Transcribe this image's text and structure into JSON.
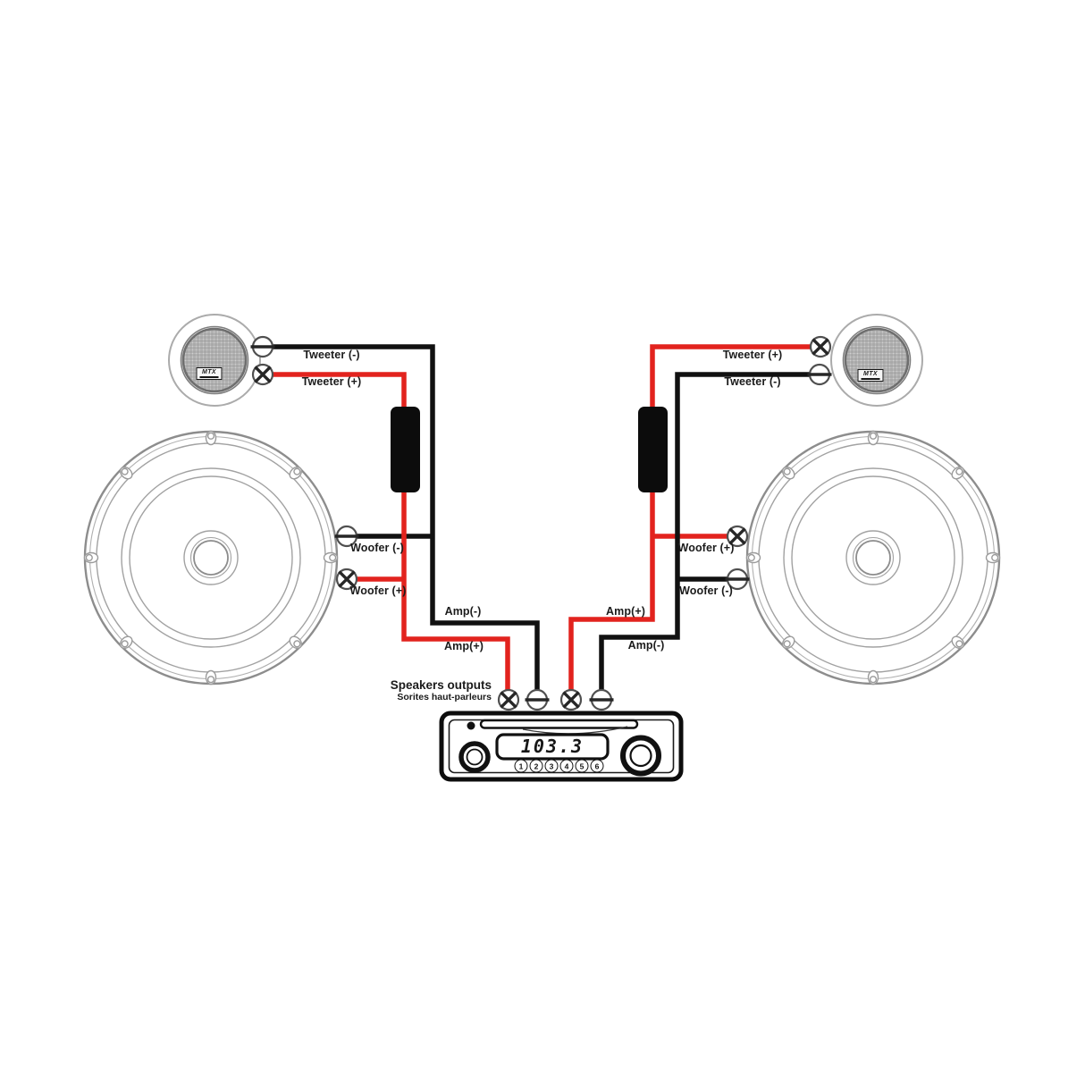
{
  "wiring_labels": {
    "left": {
      "tweeter_neg": "Tweeter (-)",
      "tweeter_pos": "Tweeter (+)",
      "woofer_neg": "Woofer (-)",
      "woofer_pos": "Woofer (+)",
      "amp_neg": "Amp(-)",
      "amp_pos": "Amp(+)"
    },
    "right": {
      "tweeter_pos": "Tweeter (+)",
      "tweeter_neg": "Tweeter (-)",
      "woofer_pos": "Woofer (+)",
      "woofer_neg": "Woofer (-)",
      "amp_pos": "Amp(+)",
      "amp_neg": "Amp(-)"
    }
  },
  "head_unit": {
    "outputs_label_en": "Speakers outputs",
    "outputs_label_fr": "Sorites haut-parleurs",
    "display_frequency": "103.3",
    "preset_buttons": [
      "1",
      "2",
      "3",
      "4",
      "5",
      "6"
    ]
  },
  "brand_logo": "MTX",
  "colors": {
    "positive_wire": "#e2231e",
    "negative_wire": "#111111",
    "speaker_outline": "#9b9b9b"
  }
}
